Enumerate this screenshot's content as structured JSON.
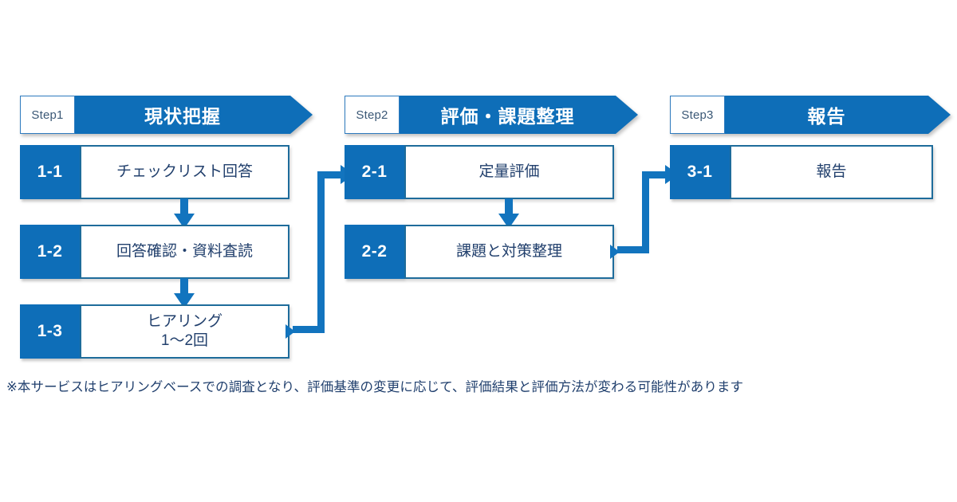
{
  "theme": {
    "accent_blue": "#0E6EB8",
    "line_blue": "#1274BE",
    "panel_border": "#1E6C9B",
    "text_navy": "#22406D",
    "background": "#FFFFFF"
  },
  "steps": [
    {
      "tag": "Step1",
      "title": "現状把握",
      "tasks": [
        {
          "badge": "1-1",
          "lines": [
            "チェックリスト回答"
          ]
        },
        {
          "badge": "1-2",
          "lines": [
            "回答確認・資料査読"
          ]
        },
        {
          "badge": "1-3",
          "lines": [
            "ヒアリング",
            "1〜2回"
          ]
        }
      ]
    },
    {
      "tag": "Step2",
      "title": "評価・課題整理",
      "tasks": [
        {
          "badge": "2-1",
          "lines": [
            "定量評価"
          ]
        },
        {
          "badge": "2-2",
          "lines": [
            "課題と対策整理"
          ]
        }
      ]
    },
    {
      "tag": "Step3",
      "title": "報告",
      "tasks": [
        {
          "badge": "3-1",
          "lines": [
            "報告"
          ]
        }
      ]
    }
  ],
  "connectors": [
    {
      "name": "step1-to-step2",
      "from": "1-3",
      "to": "2-1"
    },
    {
      "name": "step2-to-step3",
      "from": "2-2",
      "to": "3-1"
    }
  ],
  "footnote": "※本サービスはヒアリングベースでの調査となり、評価基準の変更に応じて、評価結果と評価方法が変わる可能性があります"
}
